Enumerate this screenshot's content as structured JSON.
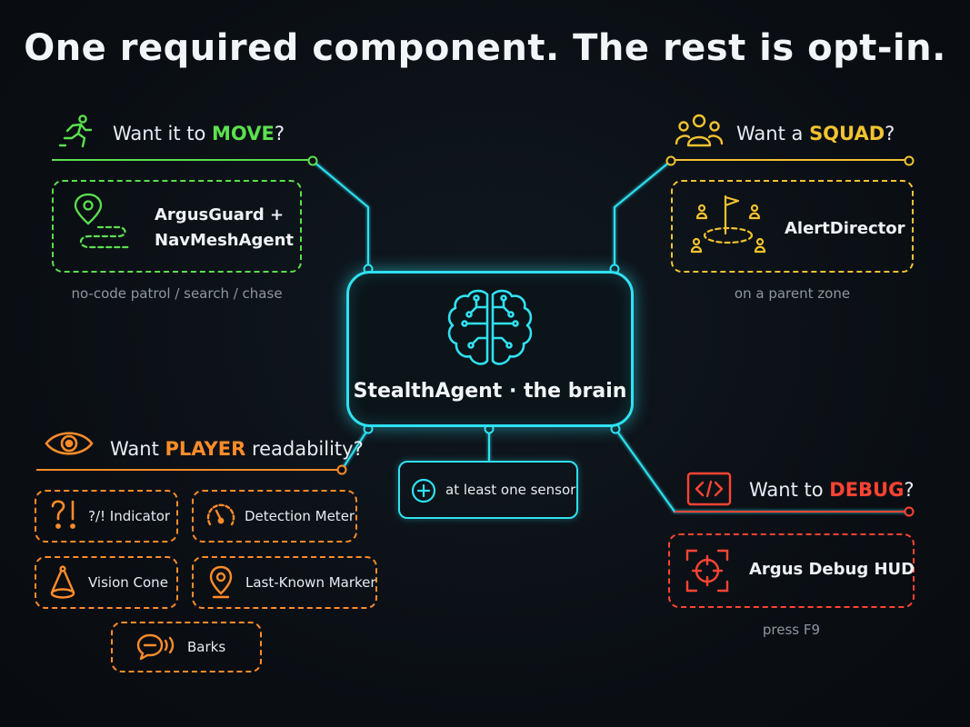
{
  "title": "One required component. The rest is opt-in.",
  "brain": {
    "label": "StealthAgent · the brain",
    "icon": "brain-circuit-icon"
  },
  "sensor": {
    "label": "at least one sensor",
    "icon": "plus-circle-icon"
  },
  "move": {
    "prefix": "Want it to ",
    "keyword": "MOVE",
    "suffix": "?",
    "icon": "running-person-icon",
    "box_line1": "ArgusGuard +",
    "box_line2": "NavMeshAgent",
    "box_icon": "patrol-path-icon",
    "caption": "no-code patrol / search / chase",
    "color": "#5be04e"
  },
  "squad": {
    "prefix": "Want a ",
    "keyword": "SQUAD",
    "suffix": "?",
    "icon": "group-icon",
    "box_label": "AlertDirector",
    "box_icon": "squad-flag-icon",
    "caption": "on a parent zone",
    "color": "#f2c230"
  },
  "player": {
    "prefix": "Want ",
    "keyword": "PLAYER",
    "suffix": " readability?",
    "icon": "eye-icon",
    "color": "#ff8c2a",
    "items": [
      {
        "label": "?/! Indicator",
        "icon": "question-exclamation-icon"
      },
      {
        "label": "Detection Meter",
        "icon": "gauge-icon"
      },
      {
        "label": "Vision Cone",
        "icon": "cone-icon"
      },
      {
        "label": "Last-Known Marker",
        "icon": "location-pin-icon"
      },
      {
        "label": "Barks",
        "icon": "speech-bubble-icon"
      }
    ]
  },
  "debug": {
    "prefix": "Want to ",
    "keyword": "DEBUG",
    "suffix": "?",
    "icon": "code-icon",
    "box_label": "Argus Debug HUD",
    "box_icon": "crosshair-icon",
    "caption": "press F9",
    "color": "#ff4433"
  }
}
